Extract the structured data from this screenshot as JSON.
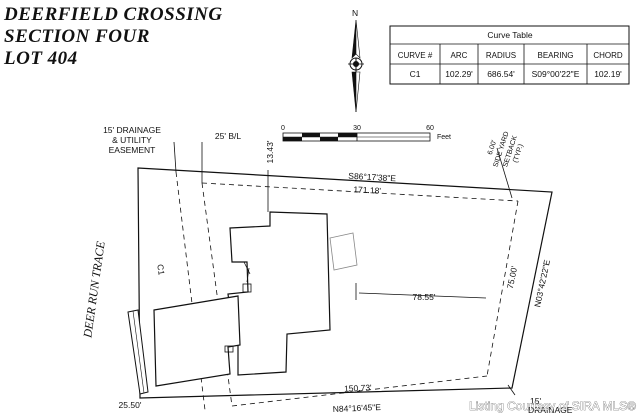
{
  "title": {
    "line1": "DEERFIELD CROSSING",
    "line2": "SECTION FOUR",
    "line3": "LOT 404"
  },
  "north": {
    "label": "N"
  },
  "curve_table": {
    "title": "Curve Table",
    "headers": [
      "CURVE #",
      "ARC",
      "RADIUS",
      "BEARING",
      "CHORD"
    ],
    "rows": [
      [
        "C1",
        "102.29'",
        "686.54'",
        "S09°00'22\"E",
        "102.19'"
      ]
    ]
  },
  "scale_bar": {
    "ticks": [
      "0",
      "30",
      "60"
    ],
    "unit": "Feet"
  },
  "labels": {
    "drainage_top_1": "15' DRAINAGE",
    "drainage_top_2": "& UTILITY",
    "drainage_top_3": "EASEMENT",
    "building_line": "25' B/L",
    "dim_front": "13.43'",
    "side_yard_1": "6.00'",
    "side_yard_2": "SIDE YARD",
    "side_yard_3": "SETBACK",
    "side_yard_4": "(TYP.)",
    "bearing_north": "S86°17'38\"E",
    "dist_north": "171.18'",
    "bearing_east": "N03°42'22\"E",
    "dist_east": "75.00'",
    "dist_house_side": "78.55'",
    "curve_label": "C1",
    "street_name": "DEER RUN TRACE",
    "dist_south": "150.73'",
    "bearing_south": "N84°16'45\"E",
    "dist_corner": "25.50'",
    "drainage_bottom_1": "15'",
    "drainage_bottom_2": "DRAINAGE"
  },
  "watermark": "Listing Courtesy of SIRA MLS®",
  "colors": {
    "ink": "#111111",
    "background": "#ffffff",
    "watermark": "#ffffff"
  }
}
